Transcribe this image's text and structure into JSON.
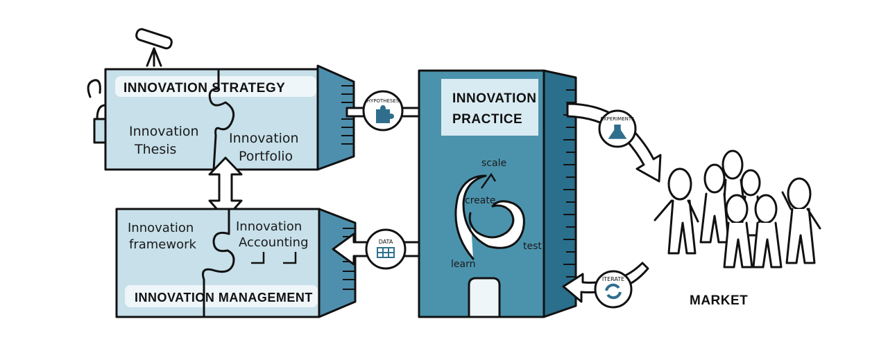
{
  "strategy": {
    "title": "INNOVATION STRATEGY",
    "left_piece": [
      "Innovation",
      "Thesis"
    ],
    "right_piece": [
      "Innovation",
      "Portfolio"
    ]
  },
  "management": {
    "title": "INNOVATION MANAGEMENT",
    "left_piece": [
      "Innovation",
      "framework"
    ],
    "right_piece": [
      "Innovation",
      "Accounting"
    ]
  },
  "practice": {
    "title": [
      "INNOVATION",
      "PRACTICE"
    ],
    "cycle": {
      "scale": "scale",
      "create": "create",
      "test": "test",
      "learn": "learn"
    }
  },
  "badges": {
    "hypotheses": "HYPOTHESES",
    "data": "DATA",
    "experiments": "EXPERIMENTS",
    "iterate": "ITERATE"
  },
  "market": {
    "label": "MARKET"
  },
  "colors": {
    "light_box": "#c7e0ea",
    "light_box_side": "#4e8fae",
    "practice_front": "#4b93ad",
    "practice_side": "#2a6f8c",
    "badge_fill": "#2f6f8d"
  },
  "icons": [
    "telescope-icon",
    "puzzle-icon",
    "flask-icon",
    "table-icon",
    "cycle-arrows-icon"
  ]
}
